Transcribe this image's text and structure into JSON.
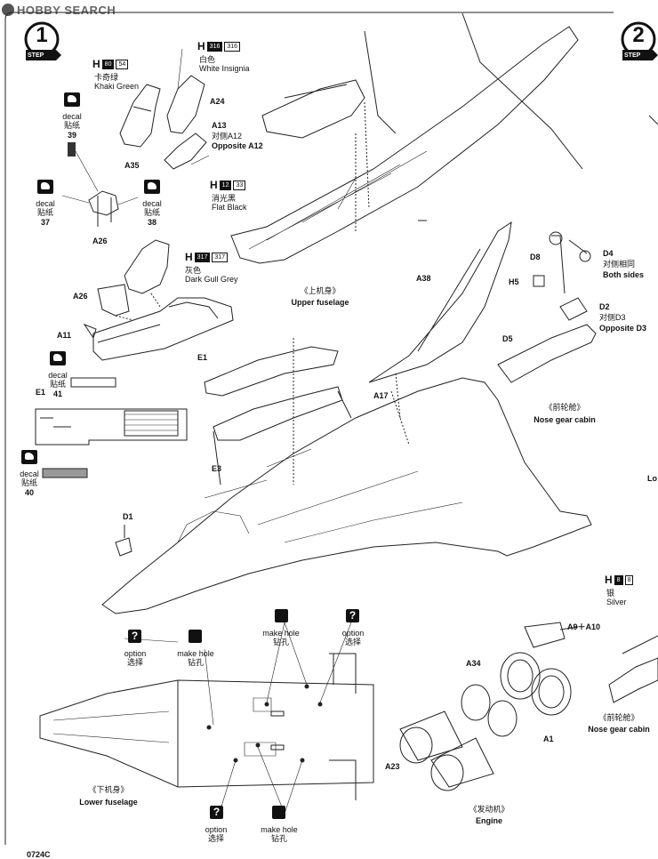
{
  "watermark": {
    "logo_text": "HOBBY SEARCH"
  },
  "steps": [
    {
      "number": "1",
      "label": "STEP"
    },
    {
      "number": "2",
      "label": "STEP"
    }
  ],
  "paints": {
    "white": {
      "code_a": "316",
      "code_b": "316",
      "zh": "白色",
      "en": "White Insignia"
    },
    "khaki": {
      "code_a": "80",
      "code_b": "54",
      "zh": "卡奇绿",
      "en": "Khaki Green"
    },
    "black": {
      "code_a": "12",
      "code_b": "33",
      "zh": "消光黑",
      "en": "Flat Black"
    },
    "gull": {
      "code_a": "317",
      "code_b": "317",
      "zh": "灰色",
      "en": "Dark Gull Grey"
    },
    "silver": {
      "code_a": "8",
      "code_b": "8",
      "zh": "银",
      "en": "Silver"
    }
  },
  "paint_prefix": "H",
  "decals": [
    {
      "word": "decal",
      "zh": "贴纸",
      "num": "39"
    },
    {
      "word": "decal",
      "zh": "贴纸",
      "num": "37"
    },
    {
      "word": "decal",
      "zh": "贴纸",
      "num": "38"
    },
    {
      "word": "decal",
      "zh": "贴纸",
      "num": "41"
    },
    {
      "word": "decal",
      "zh": "贴纸",
      "num": "40"
    }
  ],
  "parts": {
    "a24": "A24",
    "a13": "A13",
    "a35": "A35",
    "a26a": "A26",
    "a26b": "A26",
    "a11": "A11",
    "e1a": "E1",
    "e1b": "E1",
    "e3": "E3",
    "d1": "D1",
    "a38": "A38",
    "a17": "A17",
    "d8": "D8",
    "d4": "D4",
    "h5": "H5",
    "d2": "D2",
    "d5": "D5",
    "a9": "A9＋A10",
    "a34": "A34",
    "a1": "A1",
    "a23": "A23"
  },
  "notes": {
    "opp_a12_zh": "对侧A12",
    "opp_a12_en": "Opposite A12",
    "both_zh": "对侧相同",
    "both_en": "Both sides",
    "opp_d3_zh": "对侧D3",
    "opp_d3_en": "Opposite D3"
  },
  "captions": {
    "upper_zh": "《上机身》",
    "upper_en": "Upper fuselage",
    "nose_zh": "《前轮舱》",
    "nose_en": "Nose gear cabin",
    "nose2_zh": "《前轮舱》",
    "nose2_en": "Nose gear cabin",
    "lower_zh": "《下机身》",
    "lower_en": "Lower fuselage",
    "engine_zh": "《发动机》",
    "engine_en": "Engine"
  },
  "symbols": {
    "option_en": "option",
    "option_zh": "选择",
    "hole_en": "make hole",
    "hole_zh": "钻孔",
    "q": "?"
  },
  "edge_fragments": {
    "right_a": "Lo",
    "page_no": "0724C"
  }
}
